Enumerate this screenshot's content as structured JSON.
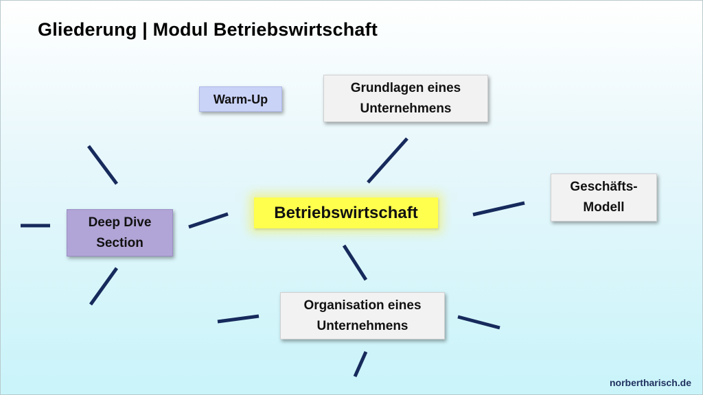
{
  "title": "Gliederung | Modul Betriebswirtschaft",
  "nodes": {
    "center": "Betriebswirtschaft",
    "warm_up": "Warm-Up",
    "grundlagen": "Grundlagen eines\nUnternehmens",
    "geschaeftsmodell": "Geschäfts-\nModell",
    "deep_dive": "Deep Dive\nSection",
    "organisation": "Organisation eines\nUnternehmens"
  },
  "colors": {
    "line": "#172a5c",
    "center_fill": "#ffff4d",
    "deep_dive_fill": "#b1a4d6",
    "warm_up_fill": "#c9d2f7",
    "box_fill": "#f2f2f2"
  },
  "footer": "norbertharisch.de"
}
